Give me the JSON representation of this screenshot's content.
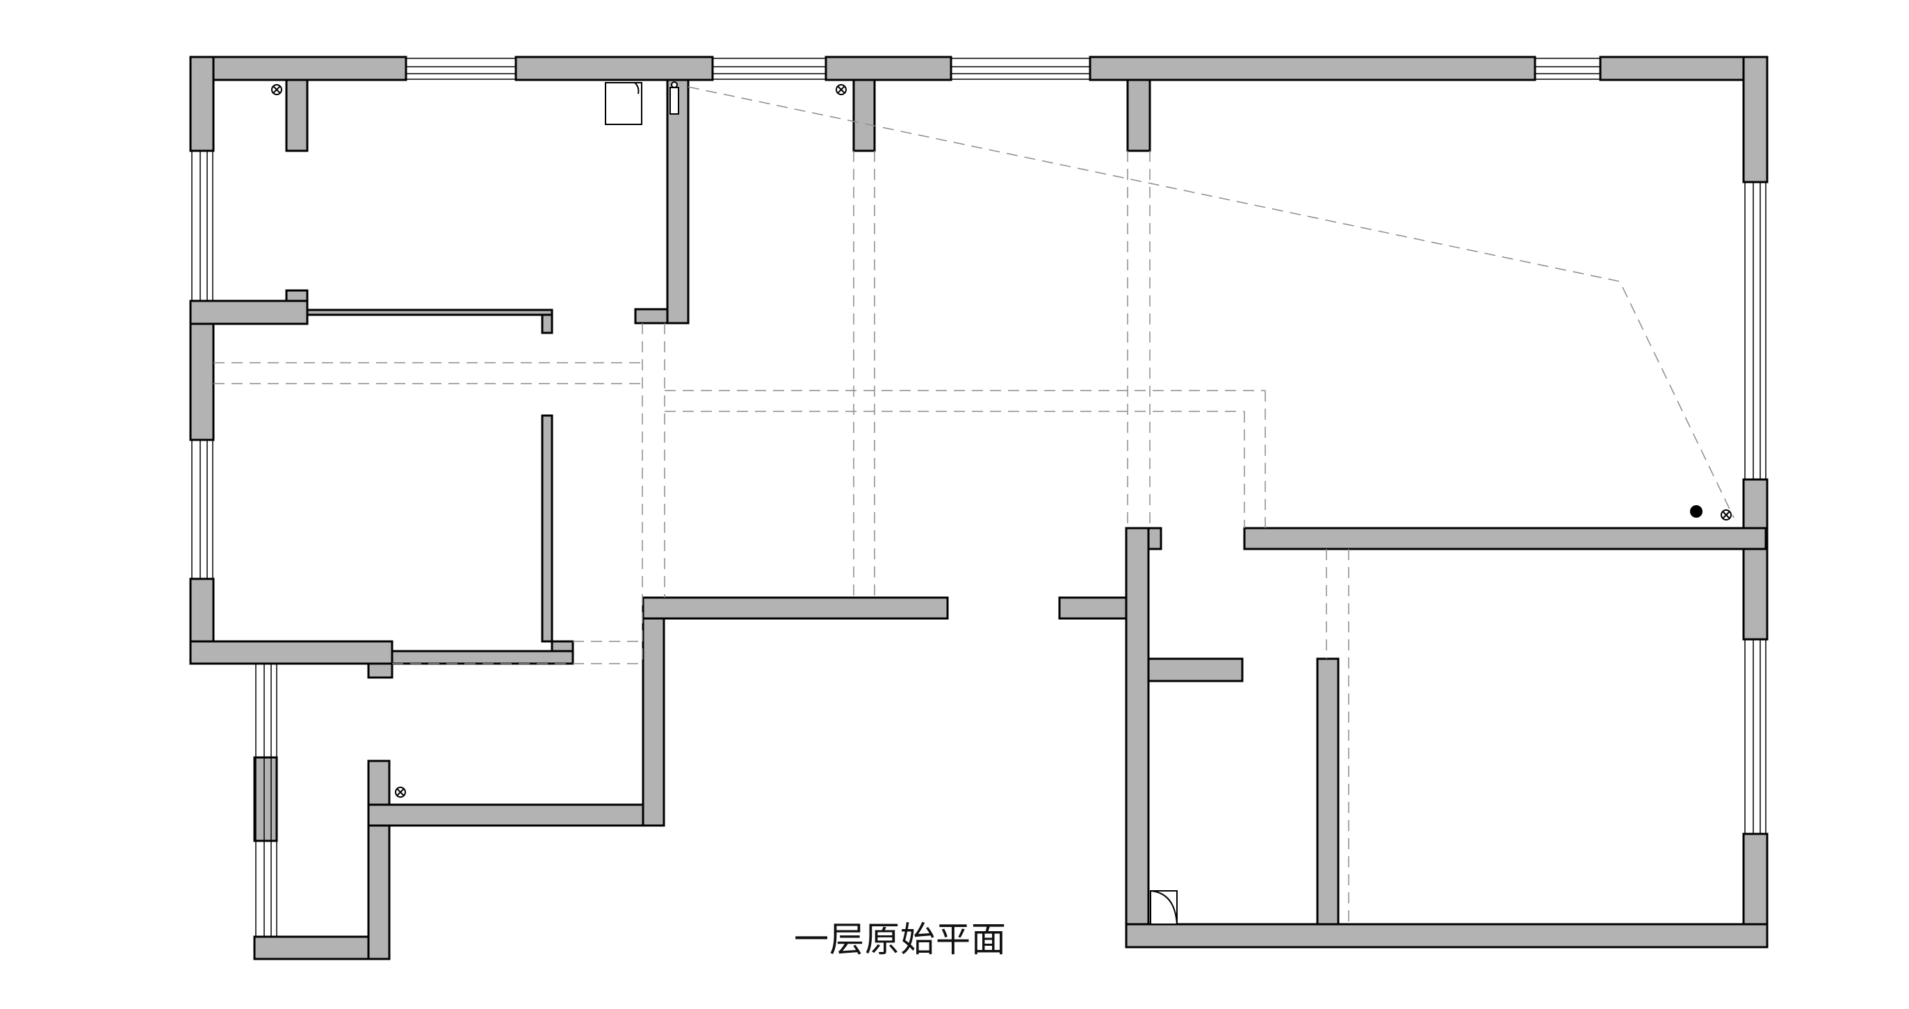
{
  "plan": {
    "caption": "一层原始平面",
    "wall_fill": "#b3b3b3",
    "line_color": "#000000",
    "dash_color": "#8c8c8c",
    "symbols": [
      "outlet-symbol",
      "smoke-detector-symbol",
      "drain-symbol",
      "door-swing-symbol",
      "gas-meter-symbol"
    ]
  }
}
